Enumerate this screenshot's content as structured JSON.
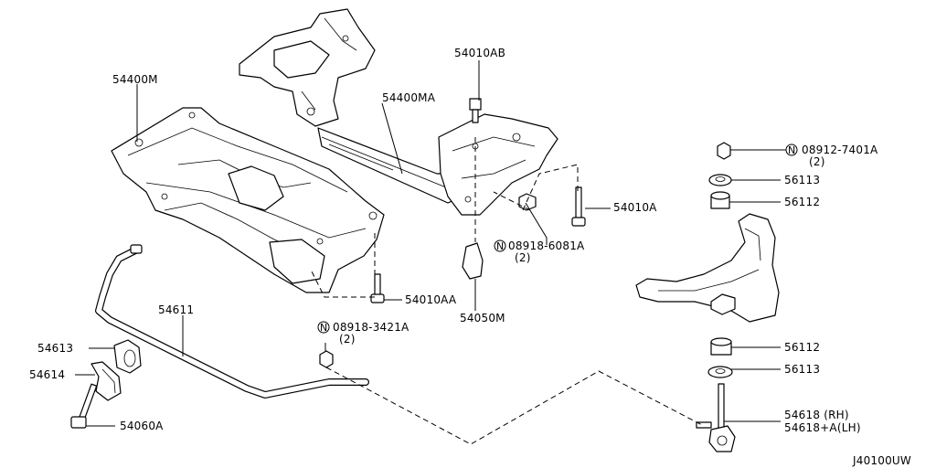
{
  "diagram_code": "J40100UW",
  "parts": {
    "crossmember_rear": "54400M",
    "crossmember_front": "54400MA",
    "bolt_top": "54010AB",
    "bolt_right": "54010A",
    "bolt_lower": "54010AA",
    "nut_6081_code": "08918-6081A",
    "nut_6081_qty": "(2)",
    "insulator": "54050M",
    "stabilizer_bar": "54611",
    "nut_3421_code": "08918-3421A",
    "nut_3421_qty": "(2)",
    "bushing": "54613",
    "clamp": "54614",
    "clamp_bolt": "54060A",
    "nut_7401_code": "08912-7401A",
    "nut_7401_qty": "(2)",
    "washer_top": "56113",
    "bushing_top": "56112",
    "bushing_bottom": "56112",
    "washer_bottom": "56113",
    "link_rh": "54618 (RH)",
    "link_lh": "54618+A(LH)"
  },
  "nut_symbol": "N"
}
